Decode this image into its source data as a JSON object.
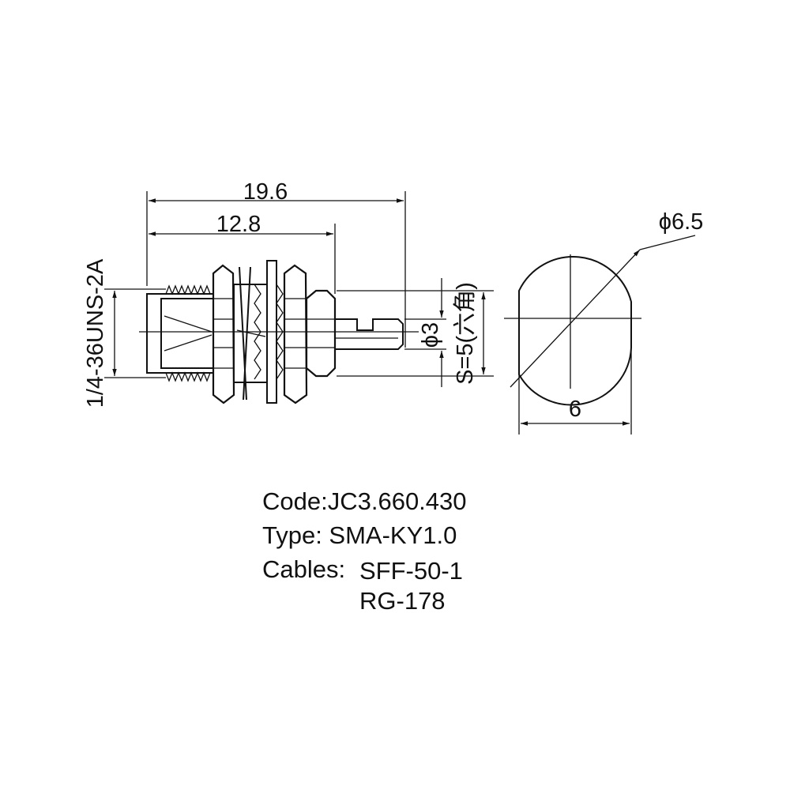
{
  "dimensions": {
    "overall_length": "19.6",
    "body_length": "12.8",
    "thread": "1/4-36UNS-2A",
    "pin_diameter": "ϕ3",
    "hex_size": "S=5(六角)",
    "face_diameter": "ϕ6.5",
    "face_width": "6"
  },
  "specs": {
    "code": "Code:JC3.660.430",
    "type": "Type: SMA-KY1.0",
    "cables_label": "Cables:",
    "cable_1": "SFF-50-1",
    "cable_2": "RG-178"
  },
  "colors": {
    "line": "#111111",
    "background": "#ffffff"
  }
}
